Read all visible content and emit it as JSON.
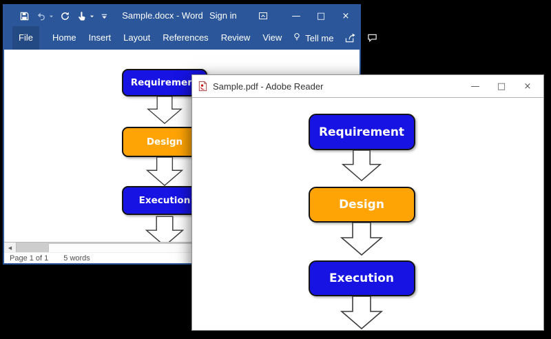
{
  "canvas": {
    "background": "#000000"
  },
  "word_window": {
    "chrome_color": "#2b579a",
    "titlebar": {
      "title": "Sample.docx - Word",
      "sign_in_label": "Sign in",
      "qat_icons": [
        "save-icon",
        "undo-icon",
        "redo-icon",
        "touch-mode-icon",
        "customize-qat-icon"
      ],
      "controls": {
        "minimize": "—",
        "maximize": "□",
        "close": "×"
      }
    },
    "ribbon": {
      "tabs": [
        "File",
        "Home",
        "Insert",
        "Layout",
        "References",
        "Review",
        "View"
      ],
      "tell_me_label": "Tell me",
      "right_icons": [
        "share-icon",
        "comment-icon"
      ]
    },
    "scrollbar": {
      "left_arrow_glyph": "◀"
    },
    "status_bar": {
      "page_indicator": "Page 1 of 1",
      "word_count": "5 words"
    }
  },
  "pdf_window": {
    "titlebar": {
      "title": "Sample.pdf - Adobe Reader",
      "controls": {
        "minimize": "—",
        "maximize": "□",
        "close": "×"
      }
    }
  },
  "flowchart": {
    "text_color": "#ffffff",
    "border_color": "#141414",
    "nodes": [
      {
        "label": "Requirement",
        "fill": "#1613e3"
      },
      {
        "label": "Design",
        "fill": "#ffa404"
      },
      {
        "label": "Execution",
        "fill": "#1613e3"
      }
    ]
  }
}
